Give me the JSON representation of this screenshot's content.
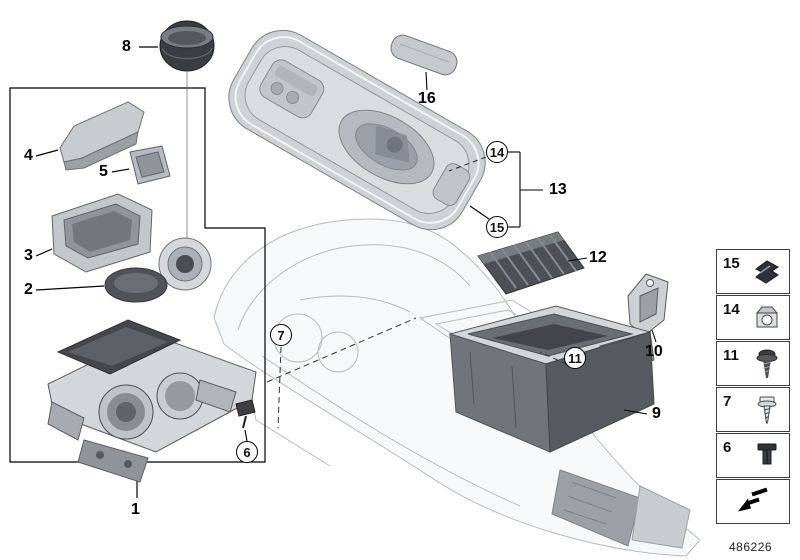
{
  "figure": {
    "part_number": "486226"
  },
  "callouts": {
    "1": "1",
    "2": "2",
    "3": "3",
    "4": "4",
    "5": "5",
    "8": "8",
    "9": "9",
    "10": "10",
    "12": "12",
    "13": "13",
    "16": "16"
  },
  "fastener_callouts": {
    "6": "6",
    "7": "7",
    "11": "11",
    "14": "14",
    "15": "15"
  },
  "legend": {
    "rows": [
      {
        "number": "15",
        "icon": "retaining-clip-icon"
      },
      {
        "number": "14",
        "icon": "cage-nut-clip-icon"
      },
      {
        "number": "11",
        "icon": "pan-head-screw-icon"
      },
      {
        "number": "7",
        "icon": "tapping-screw-icon"
      },
      {
        "number": "6",
        "icon": "expansion-rivet-icon"
      },
      {
        "number": "",
        "icon": "cross-reference-arrow-icon"
      }
    ]
  },
  "colors": {
    "line": "#55595f",
    "faint": "#b6bac0",
    "dark_part": "#43474e",
    "light_part": "#ced2d6"
  }
}
